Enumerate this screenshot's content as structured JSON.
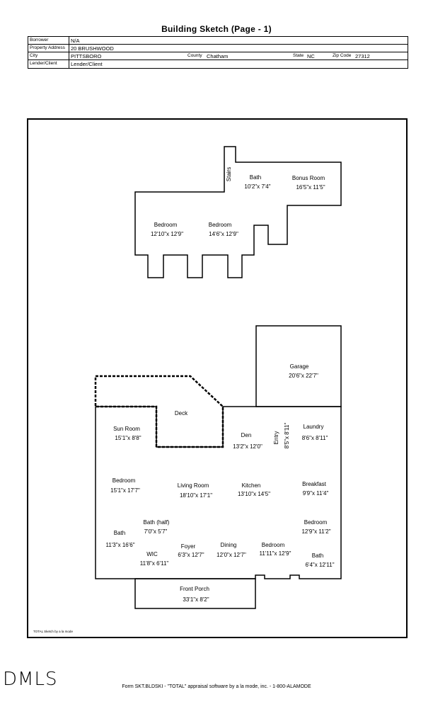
{
  "title": "Building Sketch (Page - 1)",
  "header": {
    "borrower_label": "Borrower",
    "borrower": "N/A",
    "address_label": "Property Address",
    "address": "20 BRUSHWOOD",
    "city_label": "City",
    "city": "PITTSBORO",
    "county_label": "County",
    "county": "Chatham",
    "state_label": "State",
    "state": "NC",
    "zip_label": "Zip Code",
    "zip": "27312",
    "lender_label": "Lender/Client",
    "lender": "Lender/Client"
  },
  "rooms": {
    "stairs": "Stairs",
    "bath_up_name": "Bath",
    "bath_up_dim": "10'2\"x 7'4\"",
    "bonus_name": "Bonus Room",
    "bonus_dim": "16'5\"x 11'5\"",
    "bed_up1_name": "Bedroom",
    "bed_up1_dim": "12'10\"x 12'9\"",
    "bed_up2_name": "Bedroom",
    "bed_up2_dim": "14'6\"x 12'9\"",
    "garage_name": "Garage",
    "garage_dim": "20'6\"x 22'7\"",
    "deck_name": "Deck",
    "sun_name": "Sun Room",
    "sun_dim": "15'1\"x 8'8\"",
    "den_name": "Den",
    "den_dim": "13'2\"x 12'0\"",
    "entry_name": "Entry",
    "entry_dim": "8'5\"x 8'11\"",
    "laundry_name": "Laundry",
    "laundry_dim": "8'6\"x 8'11\"",
    "bed_main1_name": "Bedroom",
    "bed_main1_dim": "15'1\"x 17'7\"",
    "living_name": "Living Room",
    "living_dim": "18'10\"x 17'1\"",
    "kitchen_name": "Kitchen",
    "kitchen_dim": "13'10\"x 14'5\"",
    "breakfast_name": "Breakfast",
    "breakfast_dim": "9'9\"x 11'4\"",
    "bath_half_name": "Bath (half)",
    "bath_half_dim": "7'0\"x 5'7\"",
    "bed_main2_name": "Bedroom",
    "bed_main2_dim": "12'9\"x 11'2\"",
    "bath_main1_name": "Bath",
    "bath_main1_dim": "11'3\"x 16'6\"",
    "foyer_name": "Foyer",
    "foyer_dim": "6'3\"x 12'7\"",
    "dining_name": "Dining",
    "dining_dim": "12'0\"x 12'7\"",
    "bed_main3_name": "Bedroom",
    "bed_main3_dim": "11'11\"x 12'9\"",
    "wic_name": "WIC",
    "wic_dim": "11'8\"x 6'11\"",
    "bath_main2_name": "Bath",
    "bath_main2_dim": "6'4\"x 12'11\"",
    "porch_name": "Front Porch",
    "porch_dim": "33'1\"x 8'2\""
  },
  "credit": "TOTAL Sketch by a la mode",
  "logo": "DMLS",
  "footer": "Form SKT.BLDSKI - \"TOTAL\" appraisal software by a la mode, inc. - 1-800-ALAMODE"
}
